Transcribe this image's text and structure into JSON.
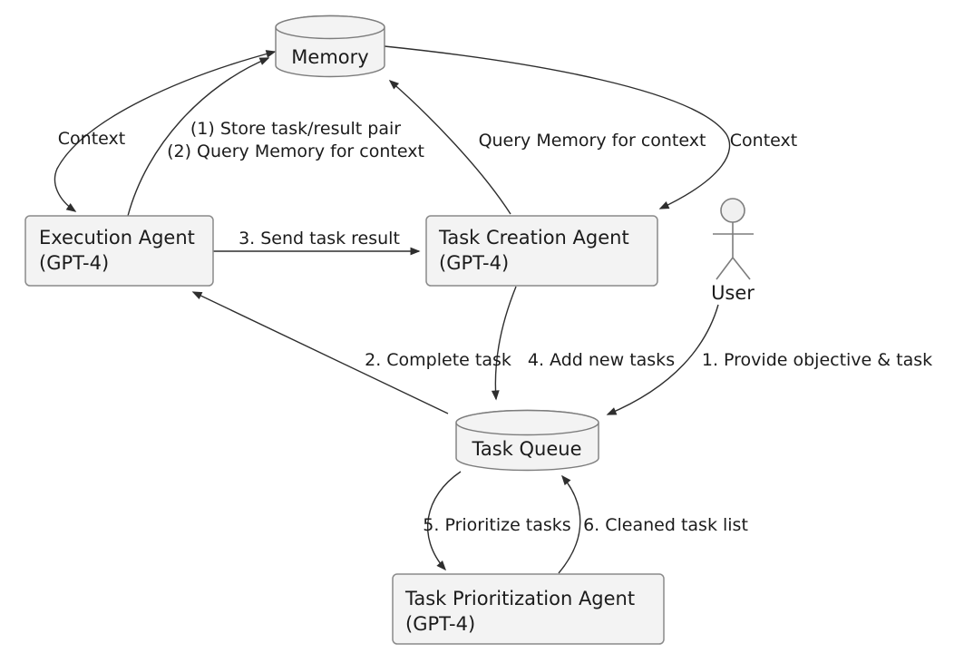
{
  "diagram": {
    "type": "flow-diagram",
    "background": "#ffffff",
    "colors": {
      "node_fill": "#f3f3f3",
      "node_border": "#8a8a8a",
      "arrow": "#2e2e2e",
      "text": "#1b1b1b"
    }
  },
  "nodes": {
    "memory": {
      "label": "Memory",
      "shape": "cylinder"
    },
    "task_queue": {
      "label": "Task Queue",
      "shape": "cylinder"
    },
    "execution_agent": {
      "line1": "Execution Agent",
      "line2": "(GPT-4)",
      "shape": "box"
    },
    "task_creation_agent": {
      "line1": "Task Creation Agent",
      "line2": "(GPT-4)",
      "shape": "box"
    },
    "task_prioritization_agent": {
      "line1": "Task Prioritization Agent",
      "line2": "(GPT-4)",
      "shape": "box"
    },
    "user": {
      "label": "User",
      "shape": "actor"
    }
  },
  "edges": {
    "context_left": {
      "label": "Context",
      "from": "memory",
      "to": "execution_agent"
    },
    "store_query": {
      "line1": "(1) Store task/result pair",
      "line2": "(2) Query Memory for context",
      "from": "execution_agent",
      "to": "memory"
    },
    "query_memory": {
      "label": "Query Memory for context",
      "from": "task_creation_agent",
      "to": "memory"
    },
    "context_right": {
      "label": "Context",
      "from": "memory",
      "to": "task_creation_agent"
    },
    "send_task_result": {
      "label": "3. Send task result",
      "from": "execution_agent",
      "to": "task_creation_agent"
    },
    "complete_task": {
      "label": "2. Complete task",
      "from": "task_queue",
      "to": "execution_agent"
    },
    "add_new_tasks": {
      "label": "4. Add new tasks",
      "from": "task_creation_agent",
      "to": "task_queue"
    },
    "provide_objective": {
      "label": "1. Provide objective & task",
      "from": "user",
      "to": "task_queue"
    },
    "prioritize_tasks": {
      "label": "5. Prioritize tasks",
      "from": "task_queue",
      "to": "task_prioritization_agent"
    },
    "cleaned_task_list": {
      "label": "6. Cleaned task list",
      "from": "task_prioritization_agent",
      "to": "task_queue"
    }
  }
}
